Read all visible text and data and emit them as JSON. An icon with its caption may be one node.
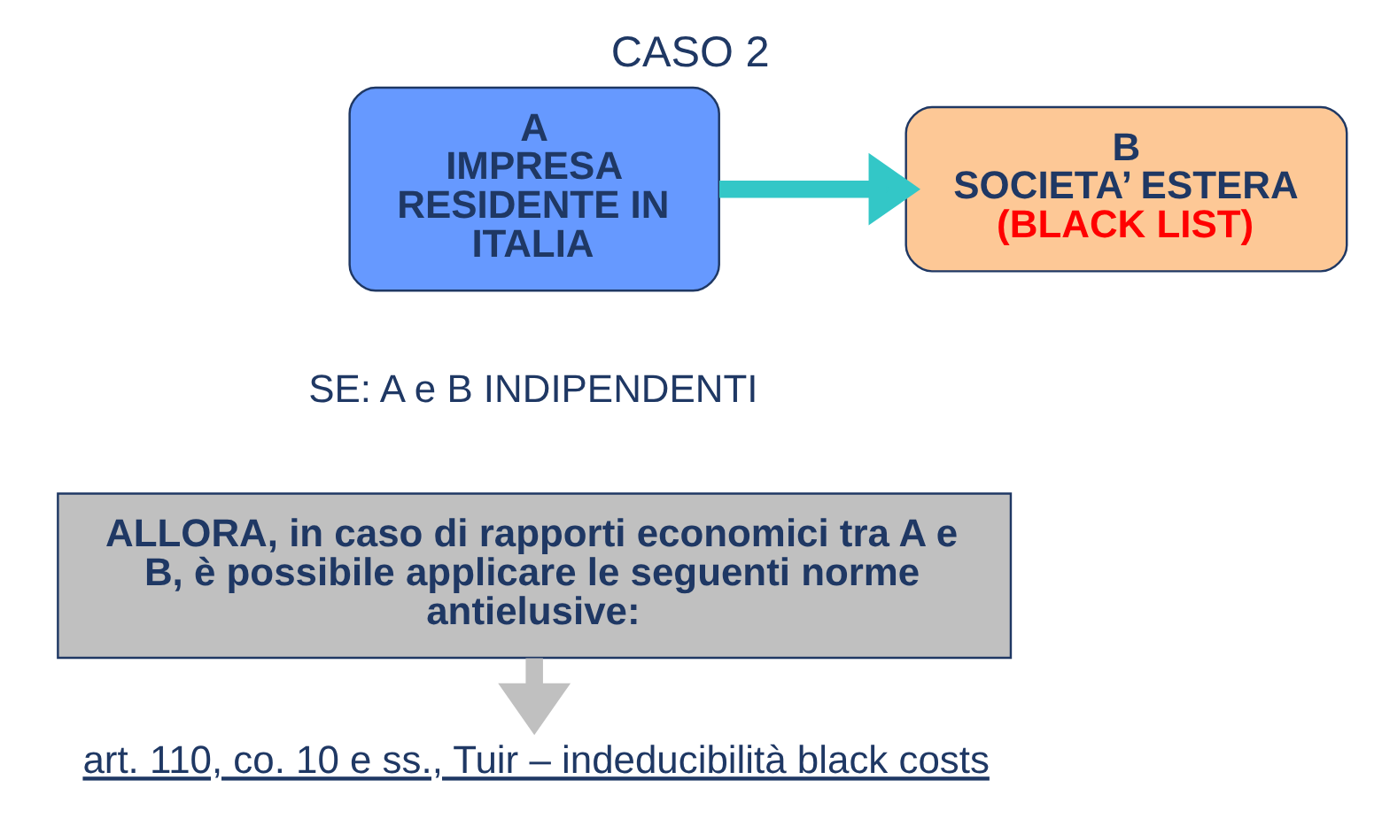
{
  "diagram": {
    "title": "CASO 2",
    "nodes": [
      {
        "text": [
          "A",
          "IMPRESA RESIDENTE IN ITALIA"
        ]
      },
      {
        "text": [
          "B",
          "SOCIETA’ ESTERA",
          "(BLACK LIST)"
        ]
      },
      {
        "text": [
          "ALLORA, in caso di rapporti economici tra A e B, è possibile applicare le seguenti norme antielusive:"
        ]
      },
      {
        "text": [
          "art. 110, co. 10 e ss., Tuir – indeducibilità black costs"
        ]
      }
    ],
    "edges": [
      {
        "from": 0,
        "to": 1,
        "arrow": "to",
        "color": "#33c7c7"
      },
      {
        "from": 2,
        "to": 3,
        "arrow": "to",
        "color": "#c0c0c0"
      }
    ],
    "labels": [
      "SE: A e B INDIPENDENTI"
    ]
  }
}
